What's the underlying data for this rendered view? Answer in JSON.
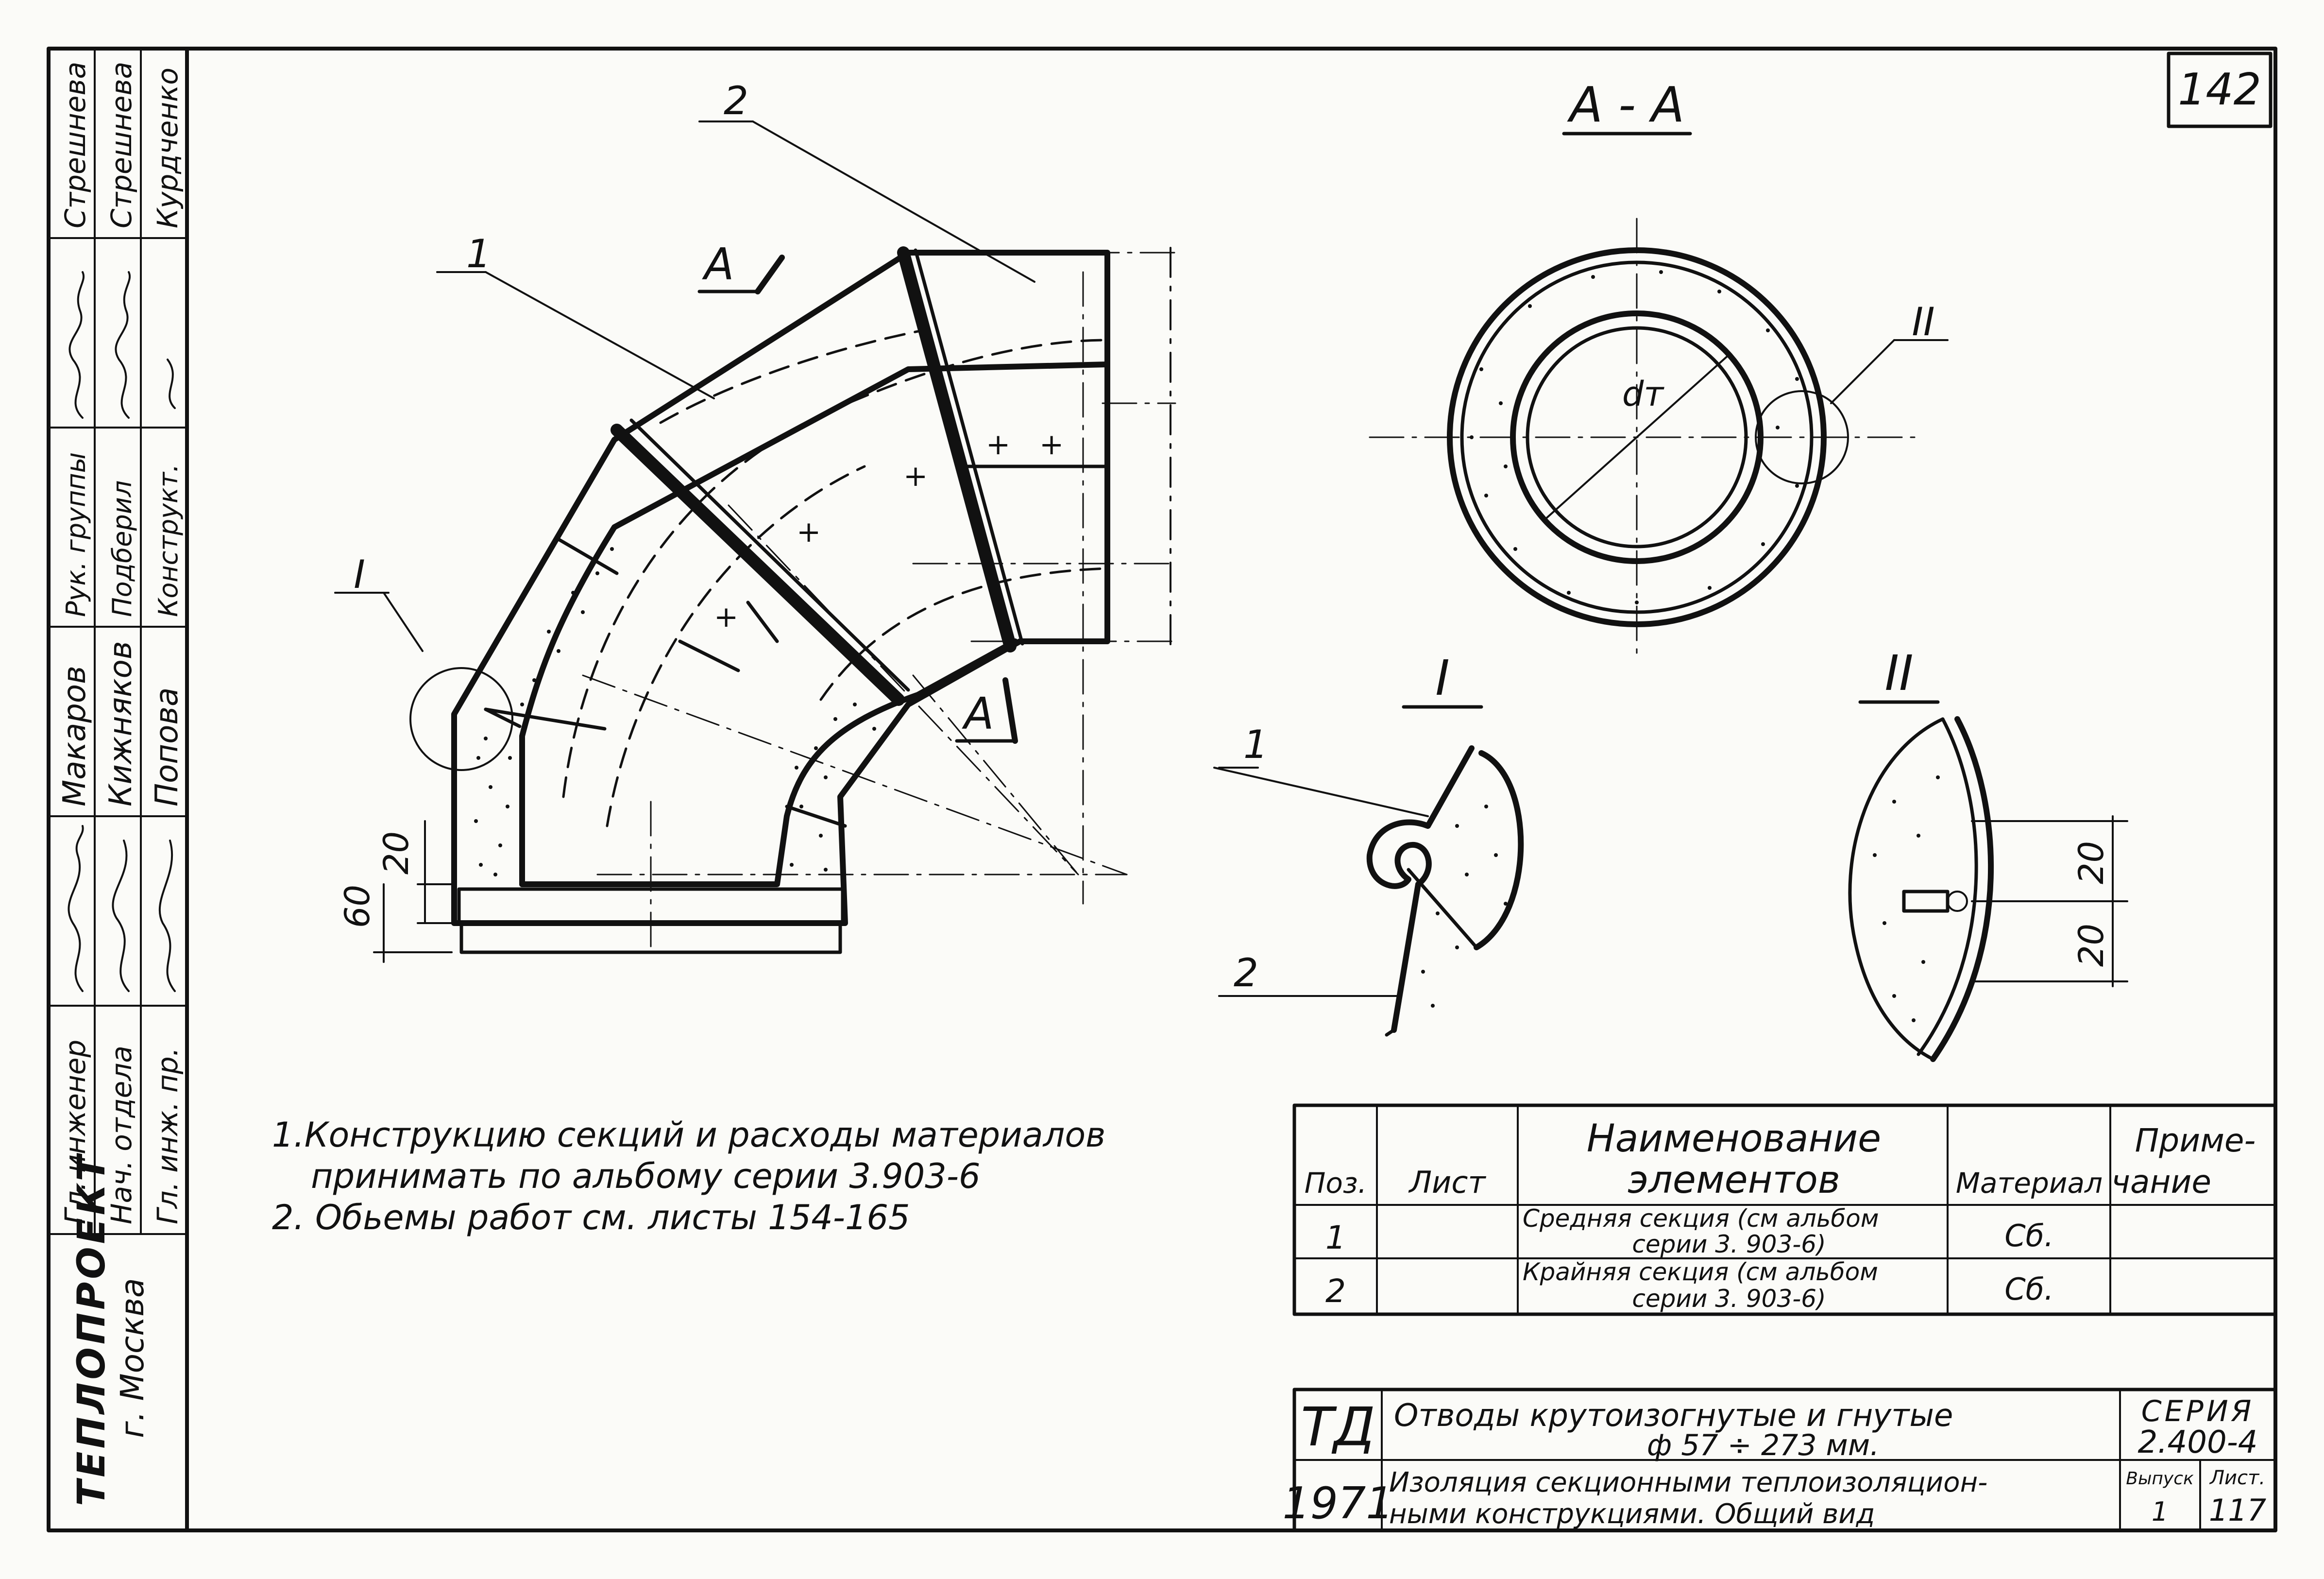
{
  "sheet_number": "142",
  "section": {
    "title": "А - А",
    "diameter_label": "dт",
    "detail_mark": "II"
  },
  "main_view": {
    "pos_1": "1",
    "pos_2": "2",
    "section_mark_top": "А",
    "section_mark_bottom": "А",
    "detail_mark": "I",
    "dim_20": "20",
    "dim_60": "60"
  },
  "detail_I": {
    "title": "I",
    "pos_1": "1",
    "pos_2": "2"
  },
  "detail_II": {
    "title": "II",
    "dim_top": "20",
    "dim_bottom": "20"
  },
  "notes": [
    "1.Конструкцию секций и расходы материалов",
    "принимать по альбому серии 3.903-6",
    "2. Обьемы работ см. листы 154-165"
  ],
  "spec_table": {
    "headers": {
      "pos": "Поз.",
      "sheet": "Лист",
      "name_1": "Наименование",
      "name_2": "элементов",
      "material": "Материал",
      "note_1": "Приме-",
      "note_2": "чание"
    },
    "rows": [
      {
        "pos": "1",
        "sheet": "",
        "name_1": "Средняя секция (см альбом",
        "name_2": "серии 3. 903-6)",
        "material": "Сб.",
        "note": ""
      },
      {
        "pos": "2",
        "sheet": "",
        "name_1": "Крайняя секция (см альбом",
        "name_2": "серии 3. 903-6)",
        "material": "Сб.",
        "note": ""
      }
    ]
  },
  "title_block": {
    "code": "ТД",
    "year": "1971",
    "title_1": "Отводы крутоизогнутые и гнутые",
    "title_2": "ф 57 ÷ 273 мм.",
    "subtitle_1": "Изоляция секционными теплоизоляцион-",
    "subtitle_2": "ными конструкциями. Общий вид",
    "series_label": "СЕРИЯ",
    "series": "2.400-4",
    "issue_label": "Выпуск",
    "issue": "1",
    "sheet_label": "Лист.",
    "sheet": "117"
  },
  "stamp": {
    "org": "ТЕПЛОПРОЕКТ",
    "city": "г. Москва",
    "roles": [
      {
        "role": "Гл. инженер",
        "name": "Макаров"
      },
      {
        "role": "Нач. отдела",
        "name": "Кижняков"
      },
      {
        "role": "Гл. инж. пр.",
        "name": "Попова"
      },
      {
        "role": "Рук. группы",
        "name": "Стрешнева"
      },
      {
        "role": "Подберил",
        "name": "Стрешнева"
      },
      {
        "role": "Конструкт.",
        "name": "Курдченко"
      }
    ]
  }
}
